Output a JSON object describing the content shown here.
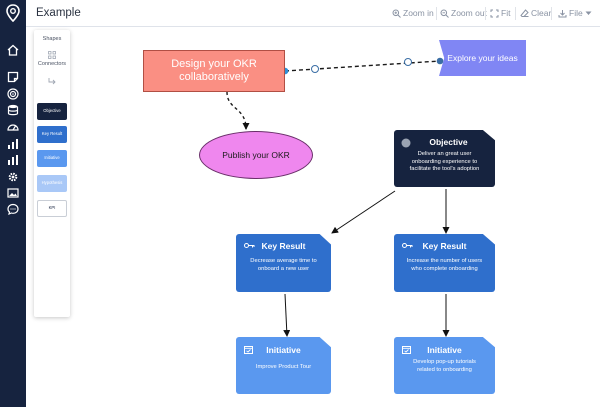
{
  "header": {
    "title": "Example",
    "zoom_in": "Zoom in",
    "zoom_out": "Zoom out",
    "fit": "Fit",
    "clear": "Clear",
    "file": "File"
  },
  "panel": {
    "shapes_label": "Shapes",
    "connectors_label": "Connectors",
    "tiles": [
      "Objective",
      "Key Result",
      "Initiative",
      "Hypothesis",
      "KPI"
    ]
  },
  "nodes": {
    "design": "Design your OKR collaboratively",
    "publish": "Publish your OKR",
    "explore": "Explore your ideas"
  },
  "objective": {
    "title": "Objective",
    "desc": "Deliver an great user onboarding experience to facilitate the tool's adoption"
  },
  "key_results": [
    {
      "title": "Key Result",
      "desc": "Decrease average time to onboard a new user"
    },
    {
      "title": "Key Result",
      "desc": "Increase the number of users who complete onboarding"
    }
  ],
  "initiatives": [
    {
      "title": "Initiative",
      "desc": "Improve Product Tour"
    },
    {
      "title": "Initiative",
      "desc": "Develop pop-up tutorials related to onboarding"
    }
  ],
  "colors": {
    "rail": "#16233f",
    "objective": "#16233f",
    "key_result": "#2f6fcc",
    "initiative": "#5a98ef",
    "design_node": "#fa8f83",
    "publish_node": "#ef87ee",
    "explore_node": "#8086f4"
  },
  "icons": {
    "rail": [
      "logo-pin-icon",
      "home-icon",
      "sticky-note-icon",
      "target-icon",
      "database-icon",
      "gauge-icon",
      "bar-chart-icon",
      "bar-chart-icon",
      "settings-icon",
      "image-icon",
      "chat-icon"
    ],
    "toolbar": [
      "zoom-in-icon",
      "zoom-out-icon",
      "fit-icon",
      "clear-icon",
      "file-icon",
      "caret-down-icon"
    ],
    "cards": [
      "circle-icon",
      "key-icon",
      "calendar-check-icon"
    ]
  }
}
